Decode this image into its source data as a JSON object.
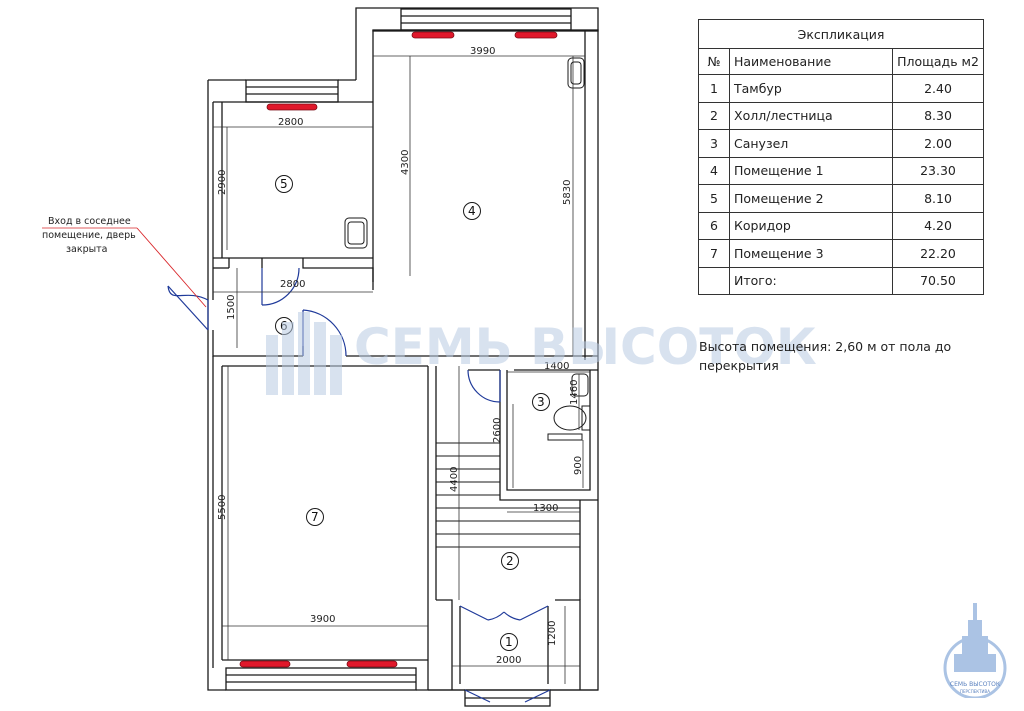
{
  "explication": {
    "title": "Экспликация",
    "headers": {
      "num": "№",
      "name": "Наименование",
      "area": "Площадь м2"
    },
    "rows": [
      {
        "num": "1",
        "name": "Тамбур",
        "area": "2.40"
      },
      {
        "num": "2",
        "name": "Холл/лестница",
        "area": "8.30"
      },
      {
        "num": "3",
        "name": "Санузел",
        "area": "2.00"
      },
      {
        "num": "4",
        "name": "Помещение 1",
        "area": "23.30"
      },
      {
        "num": "5",
        "name": "Помещение 2",
        "area": "8.10"
      },
      {
        "num": "6",
        "name": "Коридор",
        "area": "4.20"
      },
      {
        "num": "7",
        "name": "Помещение 3",
        "area": "22.20"
      }
    ],
    "total": {
      "name": "Итого:",
      "area": "70.50"
    }
  },
  "height_note": "Высота помещения: 2,60 м от пола до перекрытия",
  "entrance_note": [
    "Вход в соседнее",
    "помещение, дверь",
    "закрыта"
  ],
  "watermark": "СЕМЬ ВЫСОТОК",
  "logo_text": [
    "СЕМЬ ВЫСОТОК",
    "ПЕРСПЕКТИВА"
  ],
  "room_numbers": [
    "1",
    "2",
    "3",
    "4",
    "5",
    "6",
    "7"
  ],
  "dimensions": {
    "room4_width": "3990",
    "room4_depth_left": "4300",
    "room4_depth_right": "5830",
    "room5_width": "2800",
    "room5_depth": "2900",
    "corridor_width": "2800",
    "corridor_depth": "1500",
    "bath_width": "1400",
    "bath_depth_top": "1460",
    "bath_depth_low": "900",
    "bath_bottom_width": "1300",
    "stair_depth": "2600",
    "hall_depth": "4400",
    "room7_depth": "5500",
    "room7_width": "3900",
    "tambour_width": "2000",
    "tambour_depth": "1200"
  },
  "colors": {
    "wall": "#1a1a1a",
    "radiator": "#e0182b",
    "dimension": "#333333",
    "leader": "#d9262a",
    "watermark": "#b9cbe3"
  }
}
